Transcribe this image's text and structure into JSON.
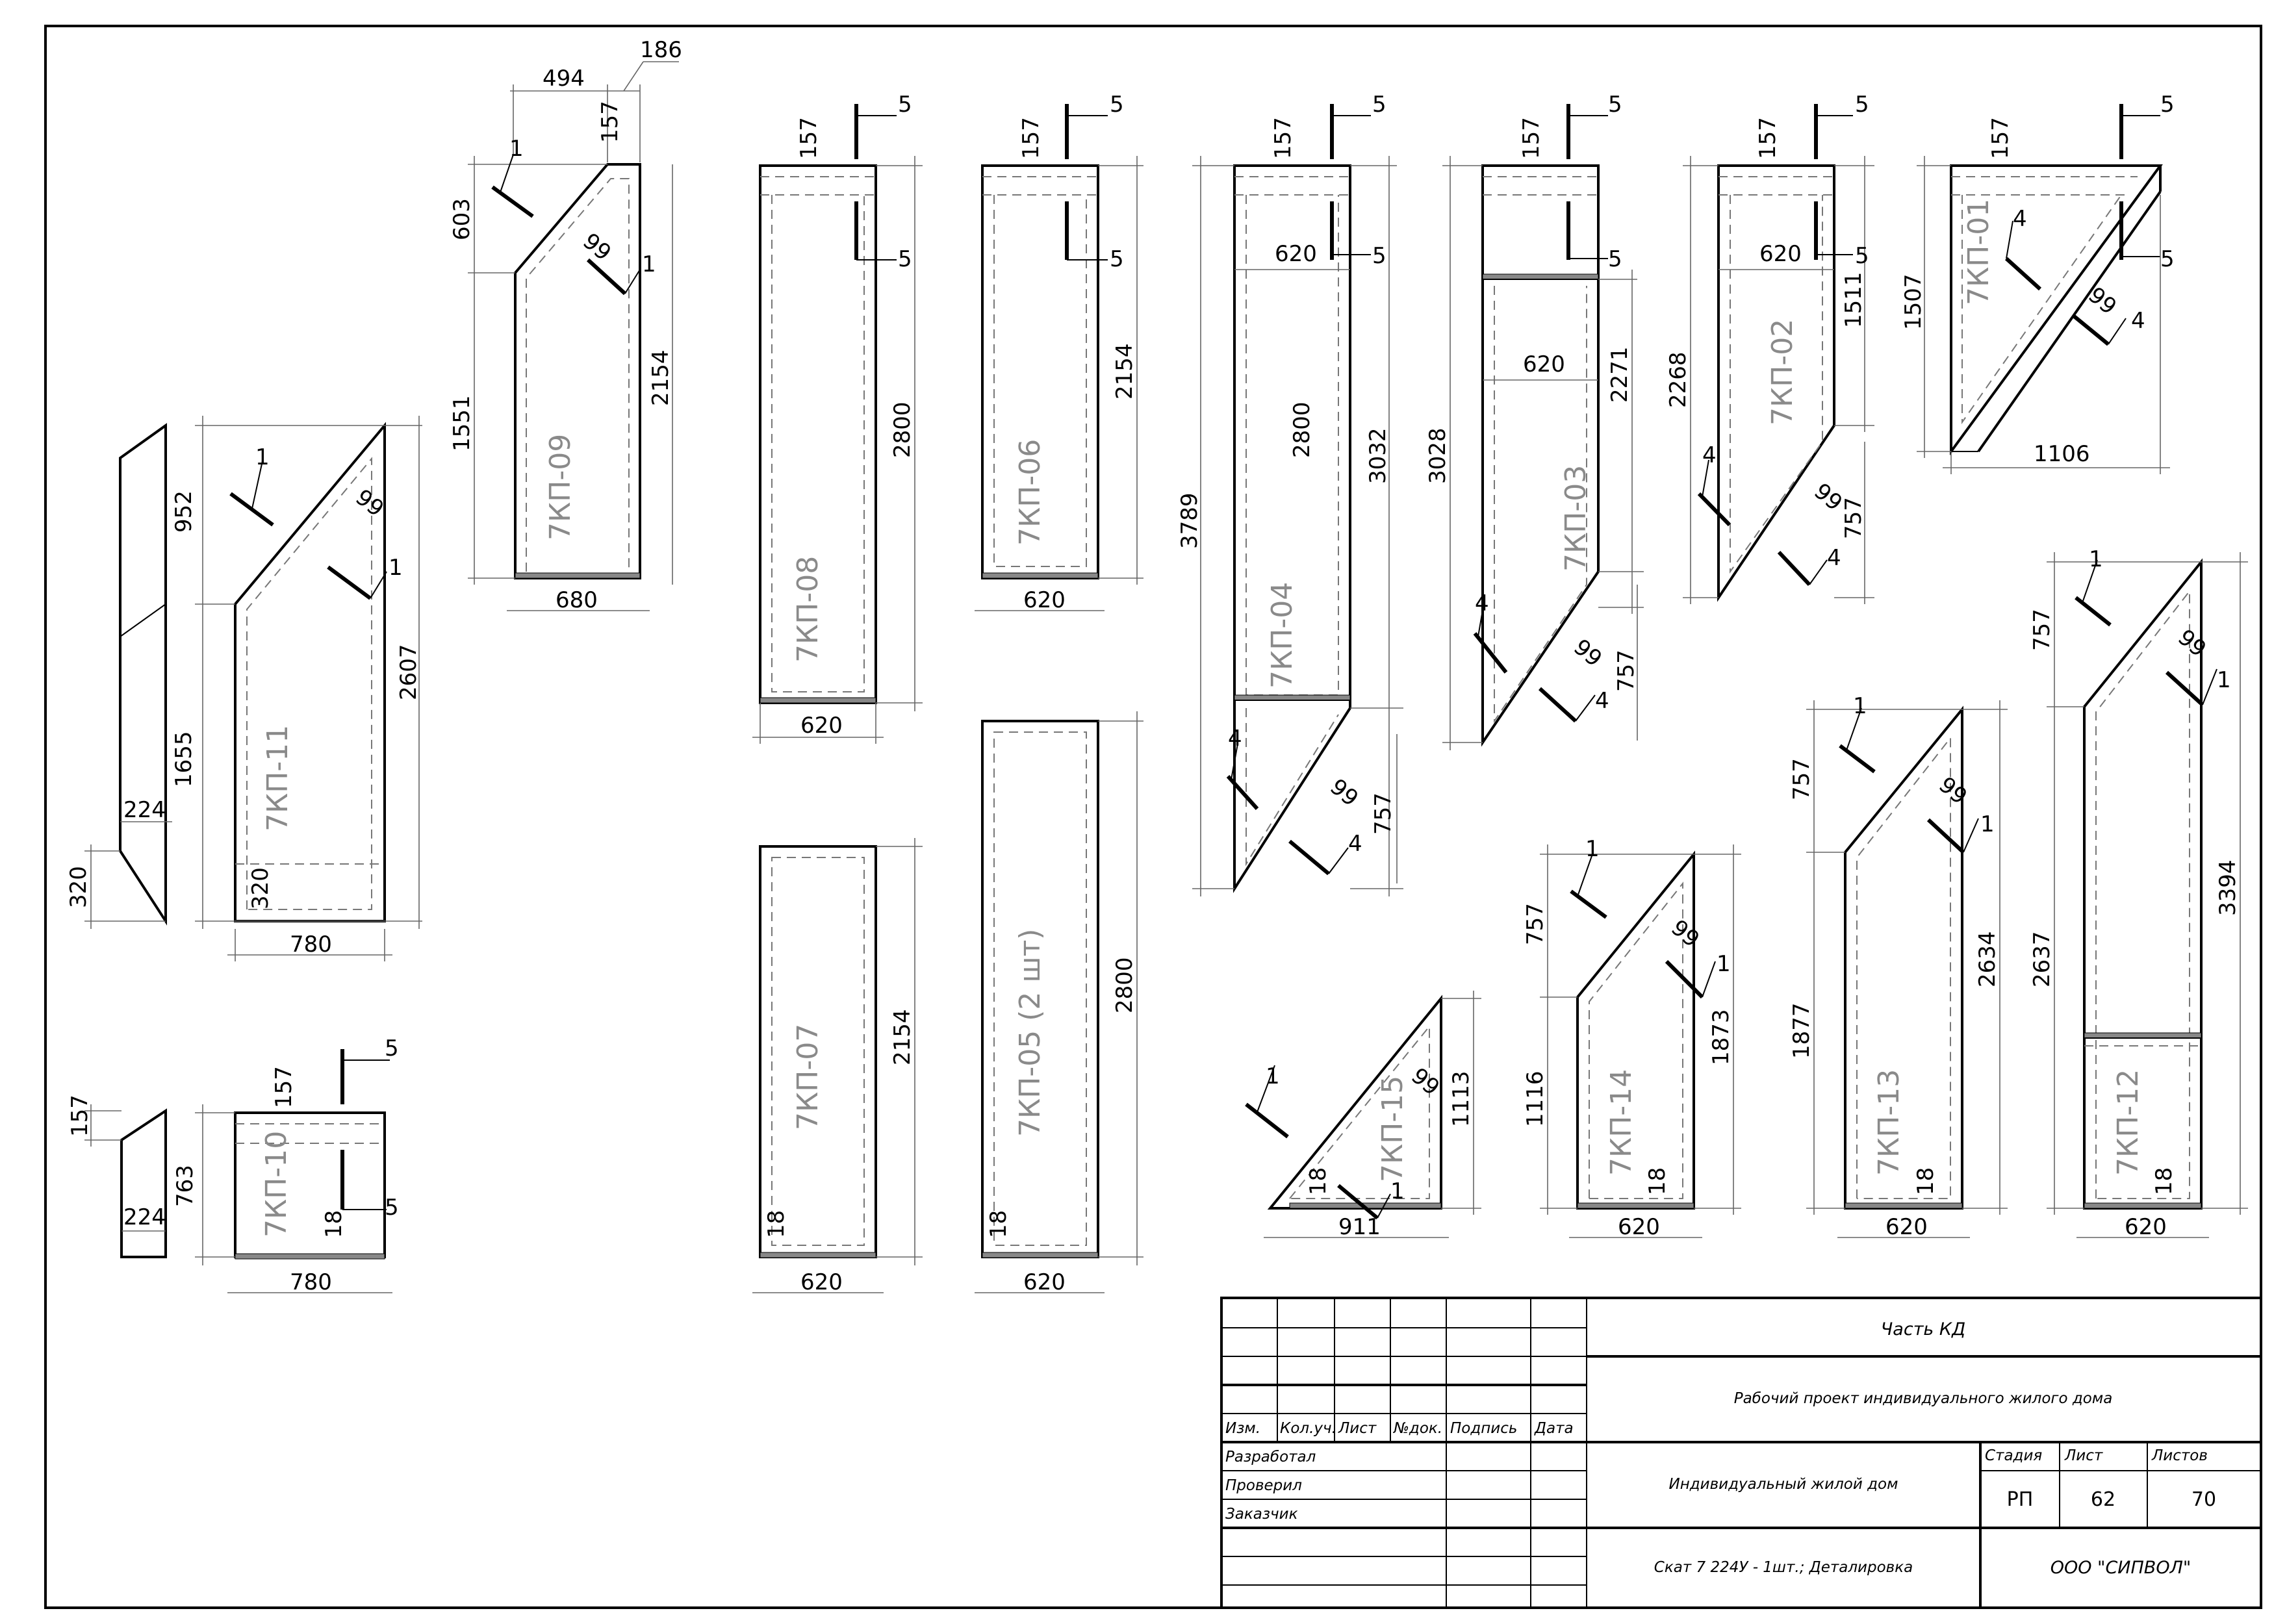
{
  "panels": {
    "p01": "7КП-01",
    "p02": "7КП-02",
    "p03": "7КП-03",
    "p04": "7КП-04",
    "p05": "7КП-05 (2 шт)",
    "p06": "7КП-06",
    "p07": "7КП-07",
    "p08": "7КП-08",
    "p09": "7КП-09",
    "p10": "7КП-10",
    "p11": "7КП-11",
    "p12": "7КП-12",
    "p13": "7КП-13",
    "p14": "7КП-14",
    "p15": "7КП-15"
  },
  "marks": {
    "m1": "1",
    "m4": "4",
    "m5": "5"
  },
  "dims": {
    "d18": "18",
    "d99": "99",
    "d157": "157",
    "d186": "186",
    "d224": "224",
    "d320": "320",
    "d494": "494",
    "d603": "603",
    "d620": "620",
    "d680": "680",
    "d757": "757",
    "d763": "763",
    "d780": "780",
    "d911": "911",
    "d952": "952",
    "d1106": "1106",
    "d1113": "1113",
    "d1116": "1116",
    "d1507": "1507",
    "d1511": "1511",
    "d1551": "1551",
    "d1655": "1655",
    "d1873": "1873",
    "d1877": "1877",
    "d2154": "2154",
    "d2268": "2268",
    "d2271": "2271",
    "d2607": "2607",
    "d2634": "2634",
    "d2637": "2637",
    "d2800": "2800",
    "d3028": "3028",
    "d3032": "3032",
    "d3394": "3394",
    "d3789": "3789"
  },
  "title_block": {
    "part": "Часть КД",
    "project": "Рабочий проект индивидуального жилого дома",
    "object": "Индивидуальный жилой дом",
    "sheet_title": "Скат 7 224У - 1шт.; Деталировка",
    "company": "ООО \"СИПВОЛ\"",
    "stage_label": "Стадия",
    "sheet_label": "Лист",
    "sheets_label": "Листов",
    "stage": "РП",
    "sheet": "62",
    "sheets": "70",
    "columns": [
      "Изм.",
      "Кол.уч.",
      "Лист",
      "№док.",
      "Подпись",
      "Дата"
    ],
    "roles": [
      "Разработал",
      "Проверил",
      "Заказчик"
    ]
  }
}
